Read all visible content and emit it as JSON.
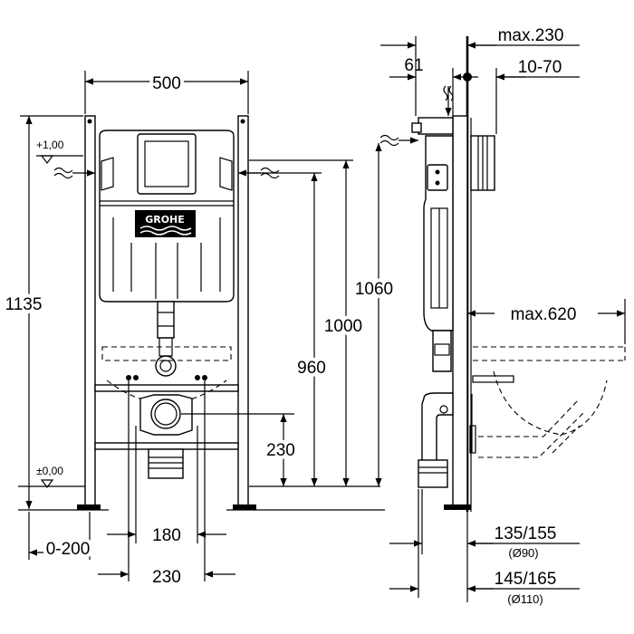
{
  "front_view": {
    "width_label": "500",
    "total_height_label": "1135",
    "level_top_label": "+1,00",
    "level_zero_label": "±0,00",
    "height_1060_label": "1060",
    "height_1000_label": "1000",
    "height_960_label": "960",
    "height_230_label": "230",
    "offset_label": "0-200",
    "width_180_label": "180",
    "width_230_label": "230",
    "brand_label": "GROHE"
  },
  "side_view": {
    "max_depth_label": "max.230",
    "depth_61_label": "61",
    "depth_range_label": "10-70",
    "max_620_label": "max.620",
    "dim_135_155_label": "135/155",
    "dia_90_label": "(Ø90)",
    "dim_145_165_label": "145/165",
    "dia_110_label": "(Ø110)"
  }
}
